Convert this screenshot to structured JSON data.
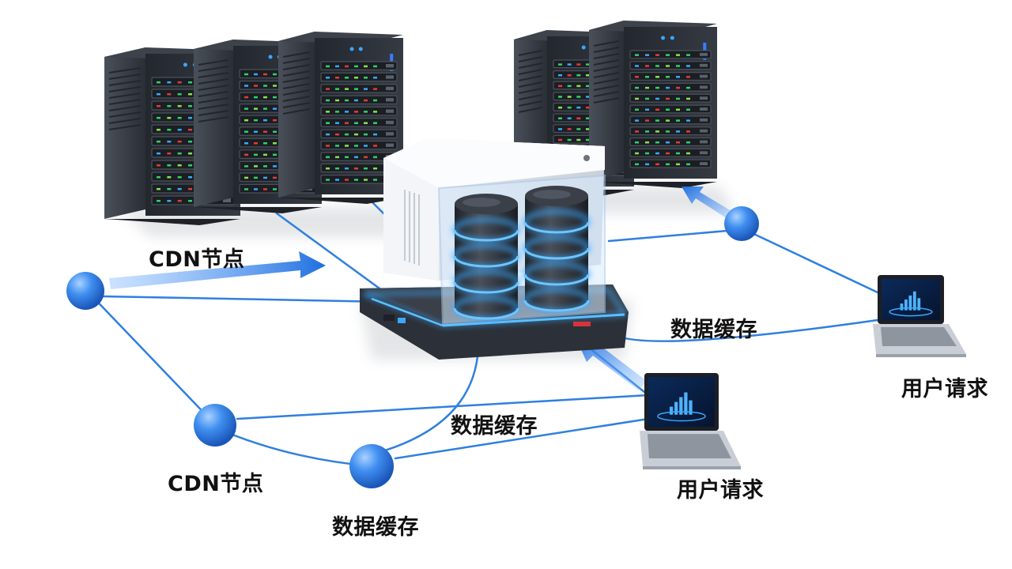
{
  "labels": {
    "cdn_node_top": "CDN节点",
    "cdn_node_bottom": "CDN节点",
    "cache_right": "数据缓存",
    "cache_middle": "数据缓存",
    "cache_bottom": "数据缓存",
    "user_request_right": "用户请求",
    "user_request_middle": "用户请求"
  },
  "colors": {
    "accent_blue": "#2f7fe0",
    "node_blue": "#3f8ef0",
    "server_dark": "#2c3038",
    "glow_blue": "#3aa8ff"
  },
  "icons": {
    "server_rack": "server-rack-icon",
    "database_cylinder": "database-icon",
    "laptop": "laptop-icon",
    "network_node": "network-node-icon",
    "flow_arrow": "arrow-icon"
  }
}
